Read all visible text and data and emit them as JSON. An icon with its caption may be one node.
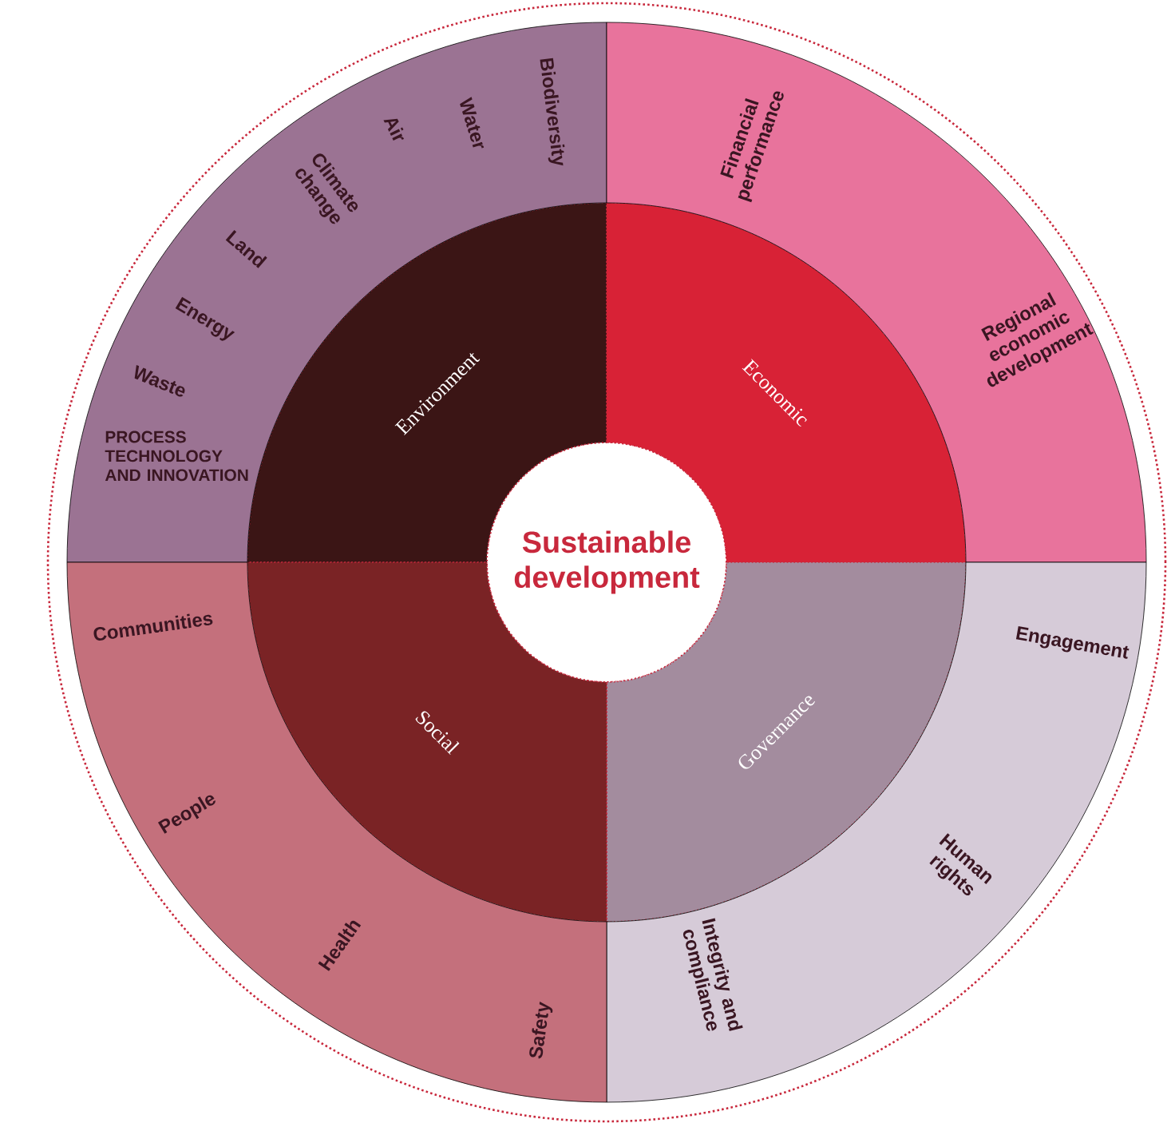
{
  "diagram": {
    "nodes": [
      {
        "text": [
          "Sustainable development"
        ]
      },
      {
        "text": [
          "Environment"
        ]
      },
      {
        "text": [
          "Economic"
        ]
      },
      {
        "text": [
          "Governance"
        ]
      },
      {
        "text": [
          "Social"
        ]
      },
      {
        "text": [
          "PROCESS TECHNOLOGY AND INNOVATION",
          "Waste",
          "Energy",
          "Land",
          "Climate change",
          "Air",
          "Water",
          "Biodiversity"
        ]
      },
      {
        "text": [
          "Financial performance",
          "Regional economic development"
        ]
      },
      {
        "text": [
          "Engagement",
          "Human rights",
          "Integrity and compliance"
        ]
      },
      {
        "text": [
          "Communities",
          "People",
          "Health",
          "Safety"
        ]
      }
    ]
  }
}
